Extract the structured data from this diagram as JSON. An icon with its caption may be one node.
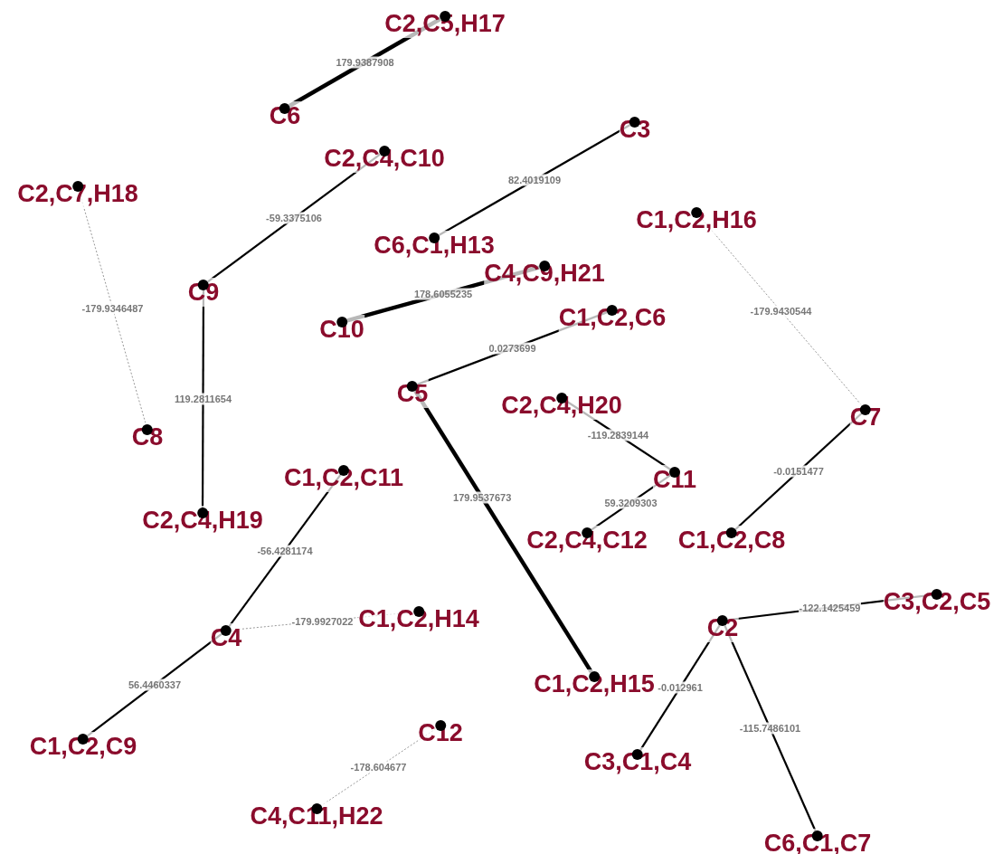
{
  "diagram": {
    "nodes": [
      {
        "text": [
          "C2,C5,H17"
        ]
      },
      {
        "text": [
          "C6"
        ]
      },
      {
        "text": [
          "C2,C4,C10"
        ]
      },
      {
        "text": [
          "C2,C7,H18"
        ]
      },
      {
        "text": [
          "C3"
        ]
      },
      {
        "text": [
          "C6,C1,H13"
        ]
      },
      {
        "text": [
          "C1,C2,H16"
        ]
      },
      {
        "text": [
          "C9"
        ]
      },
      {
        "text": [
          "C4,C9,H21"
        ]
      },
      {
        "text": [
          "C10"
        ]
      },
      {
        "text": [
          "C1,C2,C6"
        ]
      },
      {
        "text": [
          "C5"
        ]
      },
      {
        "text": [
          "C2,C4,H20"
        ]
      },
      {
        "text": [
          "C7"
        ]
      },
      {
        "text": [
          "C8"
        ]
      },
      {
        "text": [
          "C11"
        ]
      },
      {
        "text": [
          "C1,C2,C11"
        ]
      },
      {
        "text": [
          "C2,C4,H19"
        ]
      },
      {
        "text": [
          "C2,C4,C12"
        ]
      },
      {
        "text": [
          "C1,C2,C8"
        ]
      },
      {
        "text": [
          "C3,C2,C5"
        ]
      },
      {
        "text": [
          "C2"
        ]
      },
      {
        "text": [
          "C4"
        ]
      },
      {
        "text": [
          "C1,C2,H14"
        ]
      },
      {
        "text": [
          "C1,C2,H15"
        ]
      },
      {
        "text": [
          "C1,C2,C9"
        ]
      },
      {
        "text": [
          "C12"
        ]
      },
      {
        "text": [
          "C3,C1,C4"
        ]
      },
      {
        "text": [
          "C4,C11,H22"
        ]
      },
      {
        "text": [
          "C6,C1,C7"
        ]
      }
    ],
    "edges": [
      {
        "from": 1,
        "to": 0,
        "arrow": "none",
        "label": "179.9387908",
        "style": "thick"
      },
      {
        "from": 5,
        "to": 4,
        "arrow": "none",
        "label": "82.4019109"
      },
      {
        "from": 7,
        "to": 2,
        "arrow": "none",
        "label": "-59.3375106"
      },
      {
        "from": 3,
        "to": 14,
        "arrow": "none",
        "label": "-179.9346487",
        "style": "dashed",
        "color": "#999999"
      },
      {
        "from": 7,
        "to": 17,
        "arrow": "none",
        "label": "119.2811654"
      },
      {
        "from": 9,
        "to": 8,
        "arrow": "none",
        "label": "178.6055235",
        "style": "thick"
      },
      {
        "from": 11,
        "to": 10,
        "arrow": "none",
        "label": "0.0273699"
      },
      {
        "from": 11,
        "to": 24,
        "arrow": "none",
        "label": "179.9537673",
        "style": "thick"
      },
      {
        "from": 6,
        "to": 13,
        "arrow": "none",
        "label": "-179.9430544",
        "style": "dashed",
        "color": "#999999"
      },
      {
        "from": 12,
        "to": 15,
        "arrow": "none",
        "label": "-119.2839144"
      },
      {
        "from": 15,
        "to": 18,
        "arrow": "none",
        "label": "59.3209303"
      },
      {
        "from": 13,
        "to": 19,
        "arrow": "none",
        "label": "-0.0151477"
      },
      {
        "from": 16,
        "to": 22,
        "arrow": "none",
        "label": "-56.4281174"
      },
      {
        "from": 22,
        "to": 23,
        "arrow": "none",
        "label": "-179.9927022",
        "style": "dashed",
        "color": "#999999"
      },
      {
        "from": 22,
        "to": 25,
        "arrow": "none",
        "label": "56.4460337"
      },
      {
        "from": 26,
        "to": 28,
        "arrow": "none",
        "label": "-178.604677",
        "style": "dashed",
        "color": "#999999"
      },
      {
        "from": 21,
        "to": 20,
        "arrow": "none",
        "label": "-122.1425459"
      },
      {
        "from": 21,
        "to": 27,
        "arrow": "none",
        "label": "-0.012961"
      },
      {
        "from": 21,
        "to": 29,
        "arrow": "none",
        "label": "-115.7486101"
      }
    ]
  }
}
